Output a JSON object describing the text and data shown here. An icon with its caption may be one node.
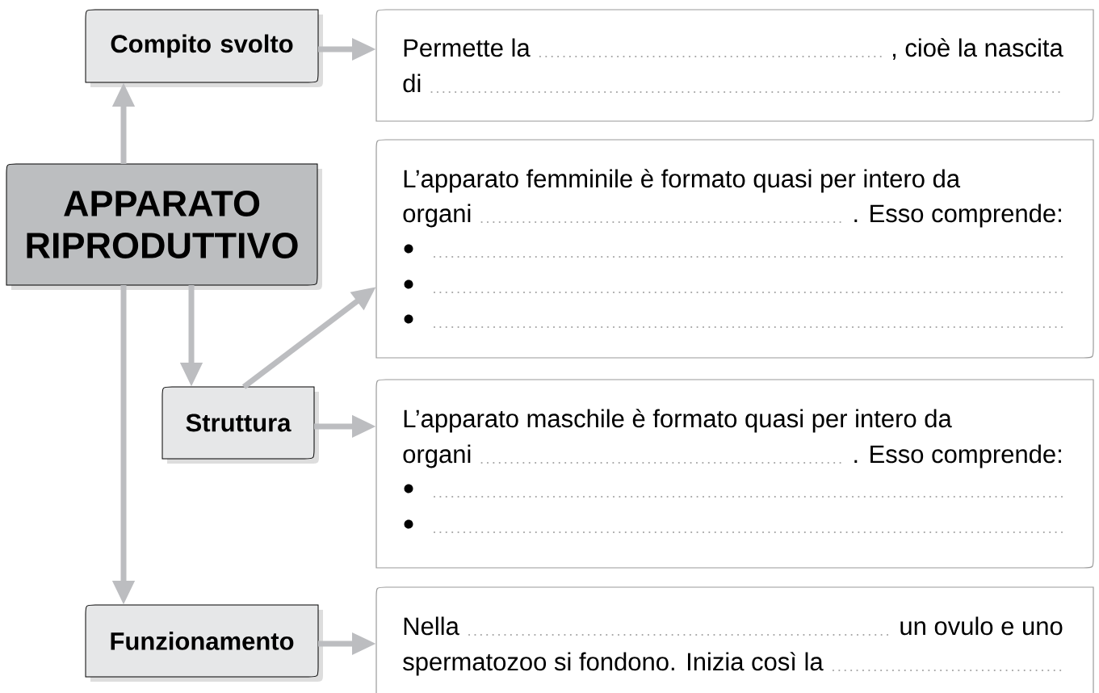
{
  "diagram": {
    "nodes": [
      {
        "text": [
          "APPARATO RIPRODUTTIVO"
        ]
      },
      {
        "text": [
          "Compito svolto"
        ]
      },
      {
        "text": [
          "Struttura"
        ]
      },
      {
        "text": [
          "Funzionamento"
        ]
      },
      {
        "text": [
          "Permette la",
          ", cioè la nascita",
          "di"
        ]
      },
      {
        "text": [
          "L’apparato femminile è formato quasi per intero da",
          "organi",
          ". Esso comprende:"
        ]
      },
      {
        "text": [
          "L’apparato maschile è formato quasi per intero da",
          "organi",
          ". Esso comprende:"
        ]
      },
      {
        "text": [
          "Nella",
          "un ovulo e uno",
          "spermatozoo si fondono. Inizia così la"
        ]
      }
    ],
    "edges": [
      {
        "from": 0,
        "to": 1,
        "arrow": "to"
      },
      {
        "from": 1,
        "to": 4,
        "arrow": "to"
      },
      {
        "from": 0,
        "to": 2,
        "arrow": "to"
      },
      {
        "from": 2,
        "to": 5,
        "arrow": "to"
      },
      {
        "from": 2,
        "to": 6,
        "arrow": "to"
      },
      {
        "from": 0,
        "to": 3,
        "arrow": "to"
      },
      {
        "from": 3,
        "to": 7,
        "arrow": "to"
      }
    ]
  }
}
